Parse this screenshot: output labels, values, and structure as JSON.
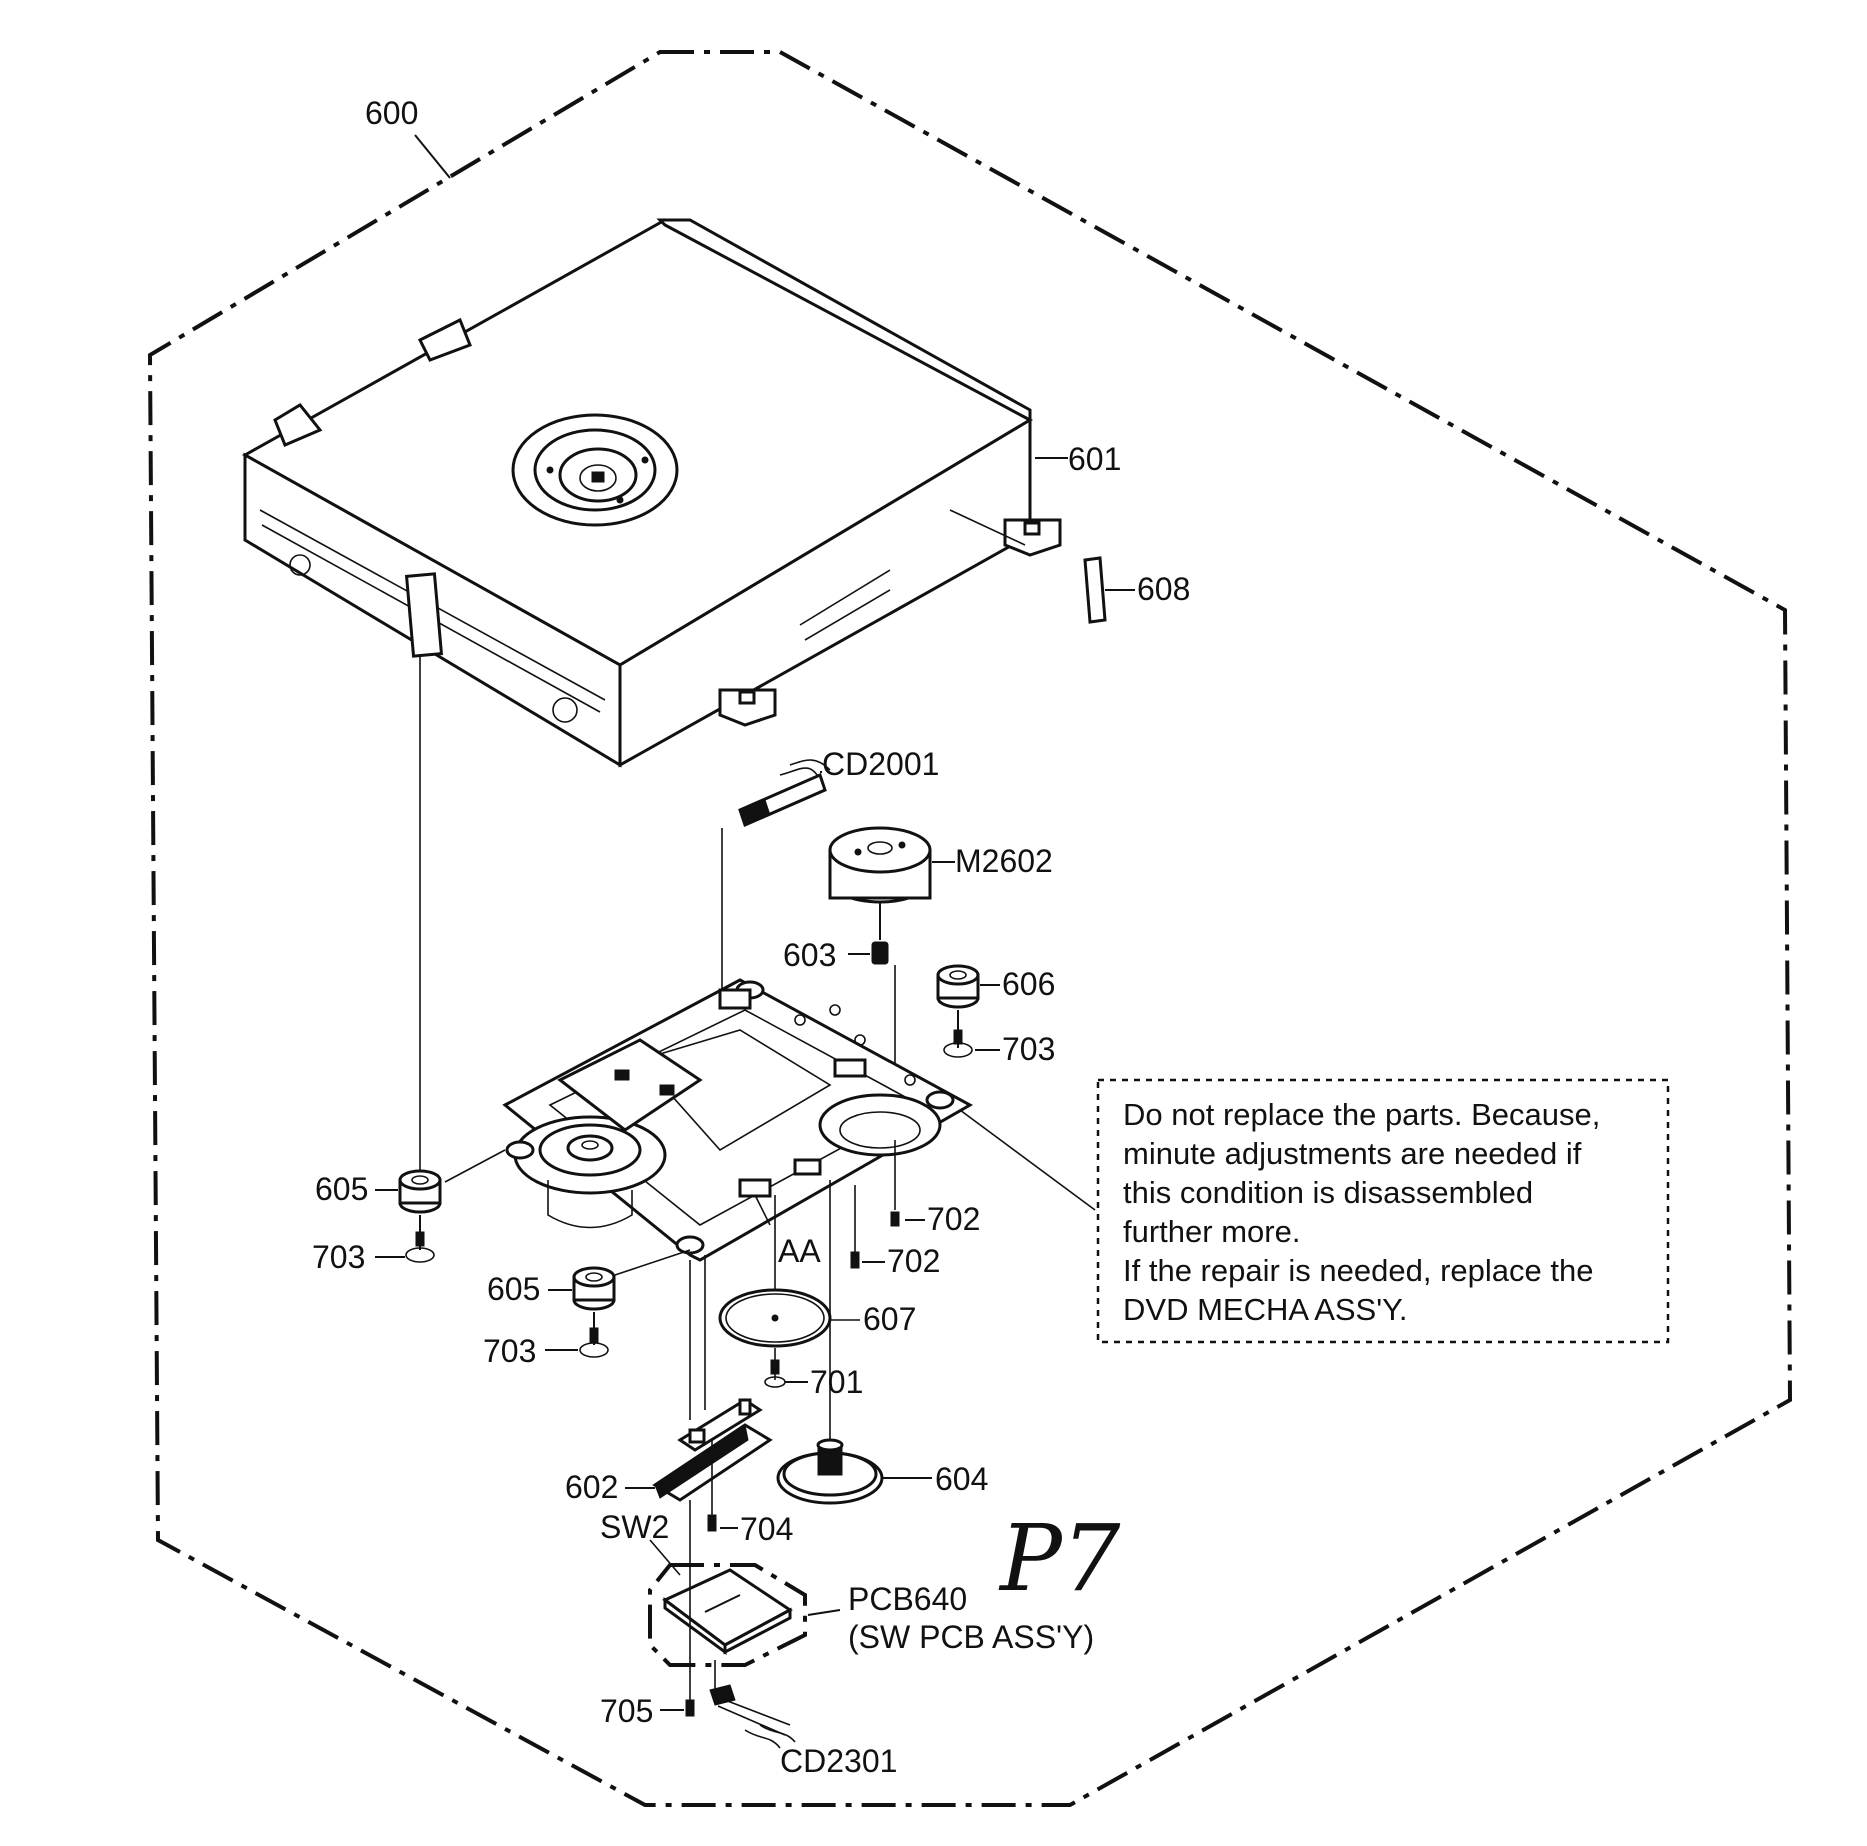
{
  "labels": {
    "l600": "600",
    "l601": "601",
    "l608": "608",
    "lcd2001": "CD2001",
    "lm2602": "M2602",
    "l603": "603",
    "l606": "606",
    "l703a": "703",
    "l605a": "605",
    "l703b": "703",
    "l702a": "702",
    "l702b": "702",
    "laa": "AA",
    "l605b": "605",
    "l703c": "703",
    "l607": "607",
    "l701": "701",
    "l602": "602",
    "l604": "604",
    "l704": "704",
    "lsw2": "SW2",
    "lpcb640": "PCB640",
    "lpcb640sub": "(SW PCB ASS'Y)",
    "l705": "705",
    "lcd2301": "CD2301"
  },
  "note": {
    "line1": "Do not replace the parts. Because,",
    "line2": "minute adjustments are needed if",
    "line3": "this condition is disassembled",
    "line4": "further more.",
    "line5": "If the repair is needed, replace the",
    "line6": "DVD MECHA ASS'Y."
  },
  "handwritten": "P7"
}
